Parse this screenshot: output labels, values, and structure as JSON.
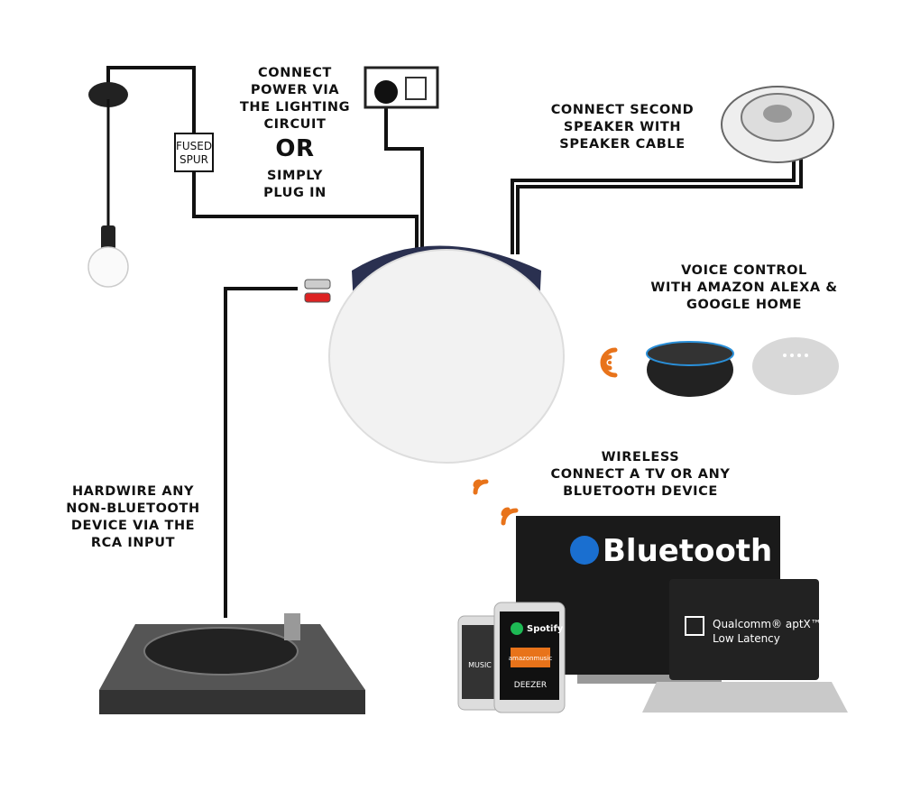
{
  "labels": {
    "power": "CONNECT\nPOWER VIA\nTHE LIGHTING\nCIRCUIT",
    "or": "OR",
    "plug": "SIMPLY\nPLUG IN",
    "second_speaker": "CONNECT SECOND\nSPEAKER WITH\nSPEAKER CABLE",
    "voice": "VOICE CONTROL\nWITH AMAZON ALEXA &\nGOOGLE HOME",
    "wireless": "WIRELESS\nCONNECT A TV OR ANY\nBLUETOOTH DEVICE",
    "hardwire": "HARDWIRE ANY\nNON-BLUETOOTH\nDEVICE VIA THE\nRCA INPUT",
    "fused_spur": "FUSED\nSPUR"
  },
  "tv": {
    "brand": "Bluetooth"
  },
  "laptop": {
    "line1": "Qualcomm® aptX™",
    "line2": "Low Latency"
  },
  "apps": {
    "music": "MUSIC",
    "spotify": "Spotify",
    "amazon": "amazonmusic",
    "deezer": "DEEZER"
  },
  "colors": {
    "wifi": "#e8731a",
    "wire": "#111111",
    "speaker": "#f2f2f2",
    "tv_screen": "#1a1a1a"
  }
}
